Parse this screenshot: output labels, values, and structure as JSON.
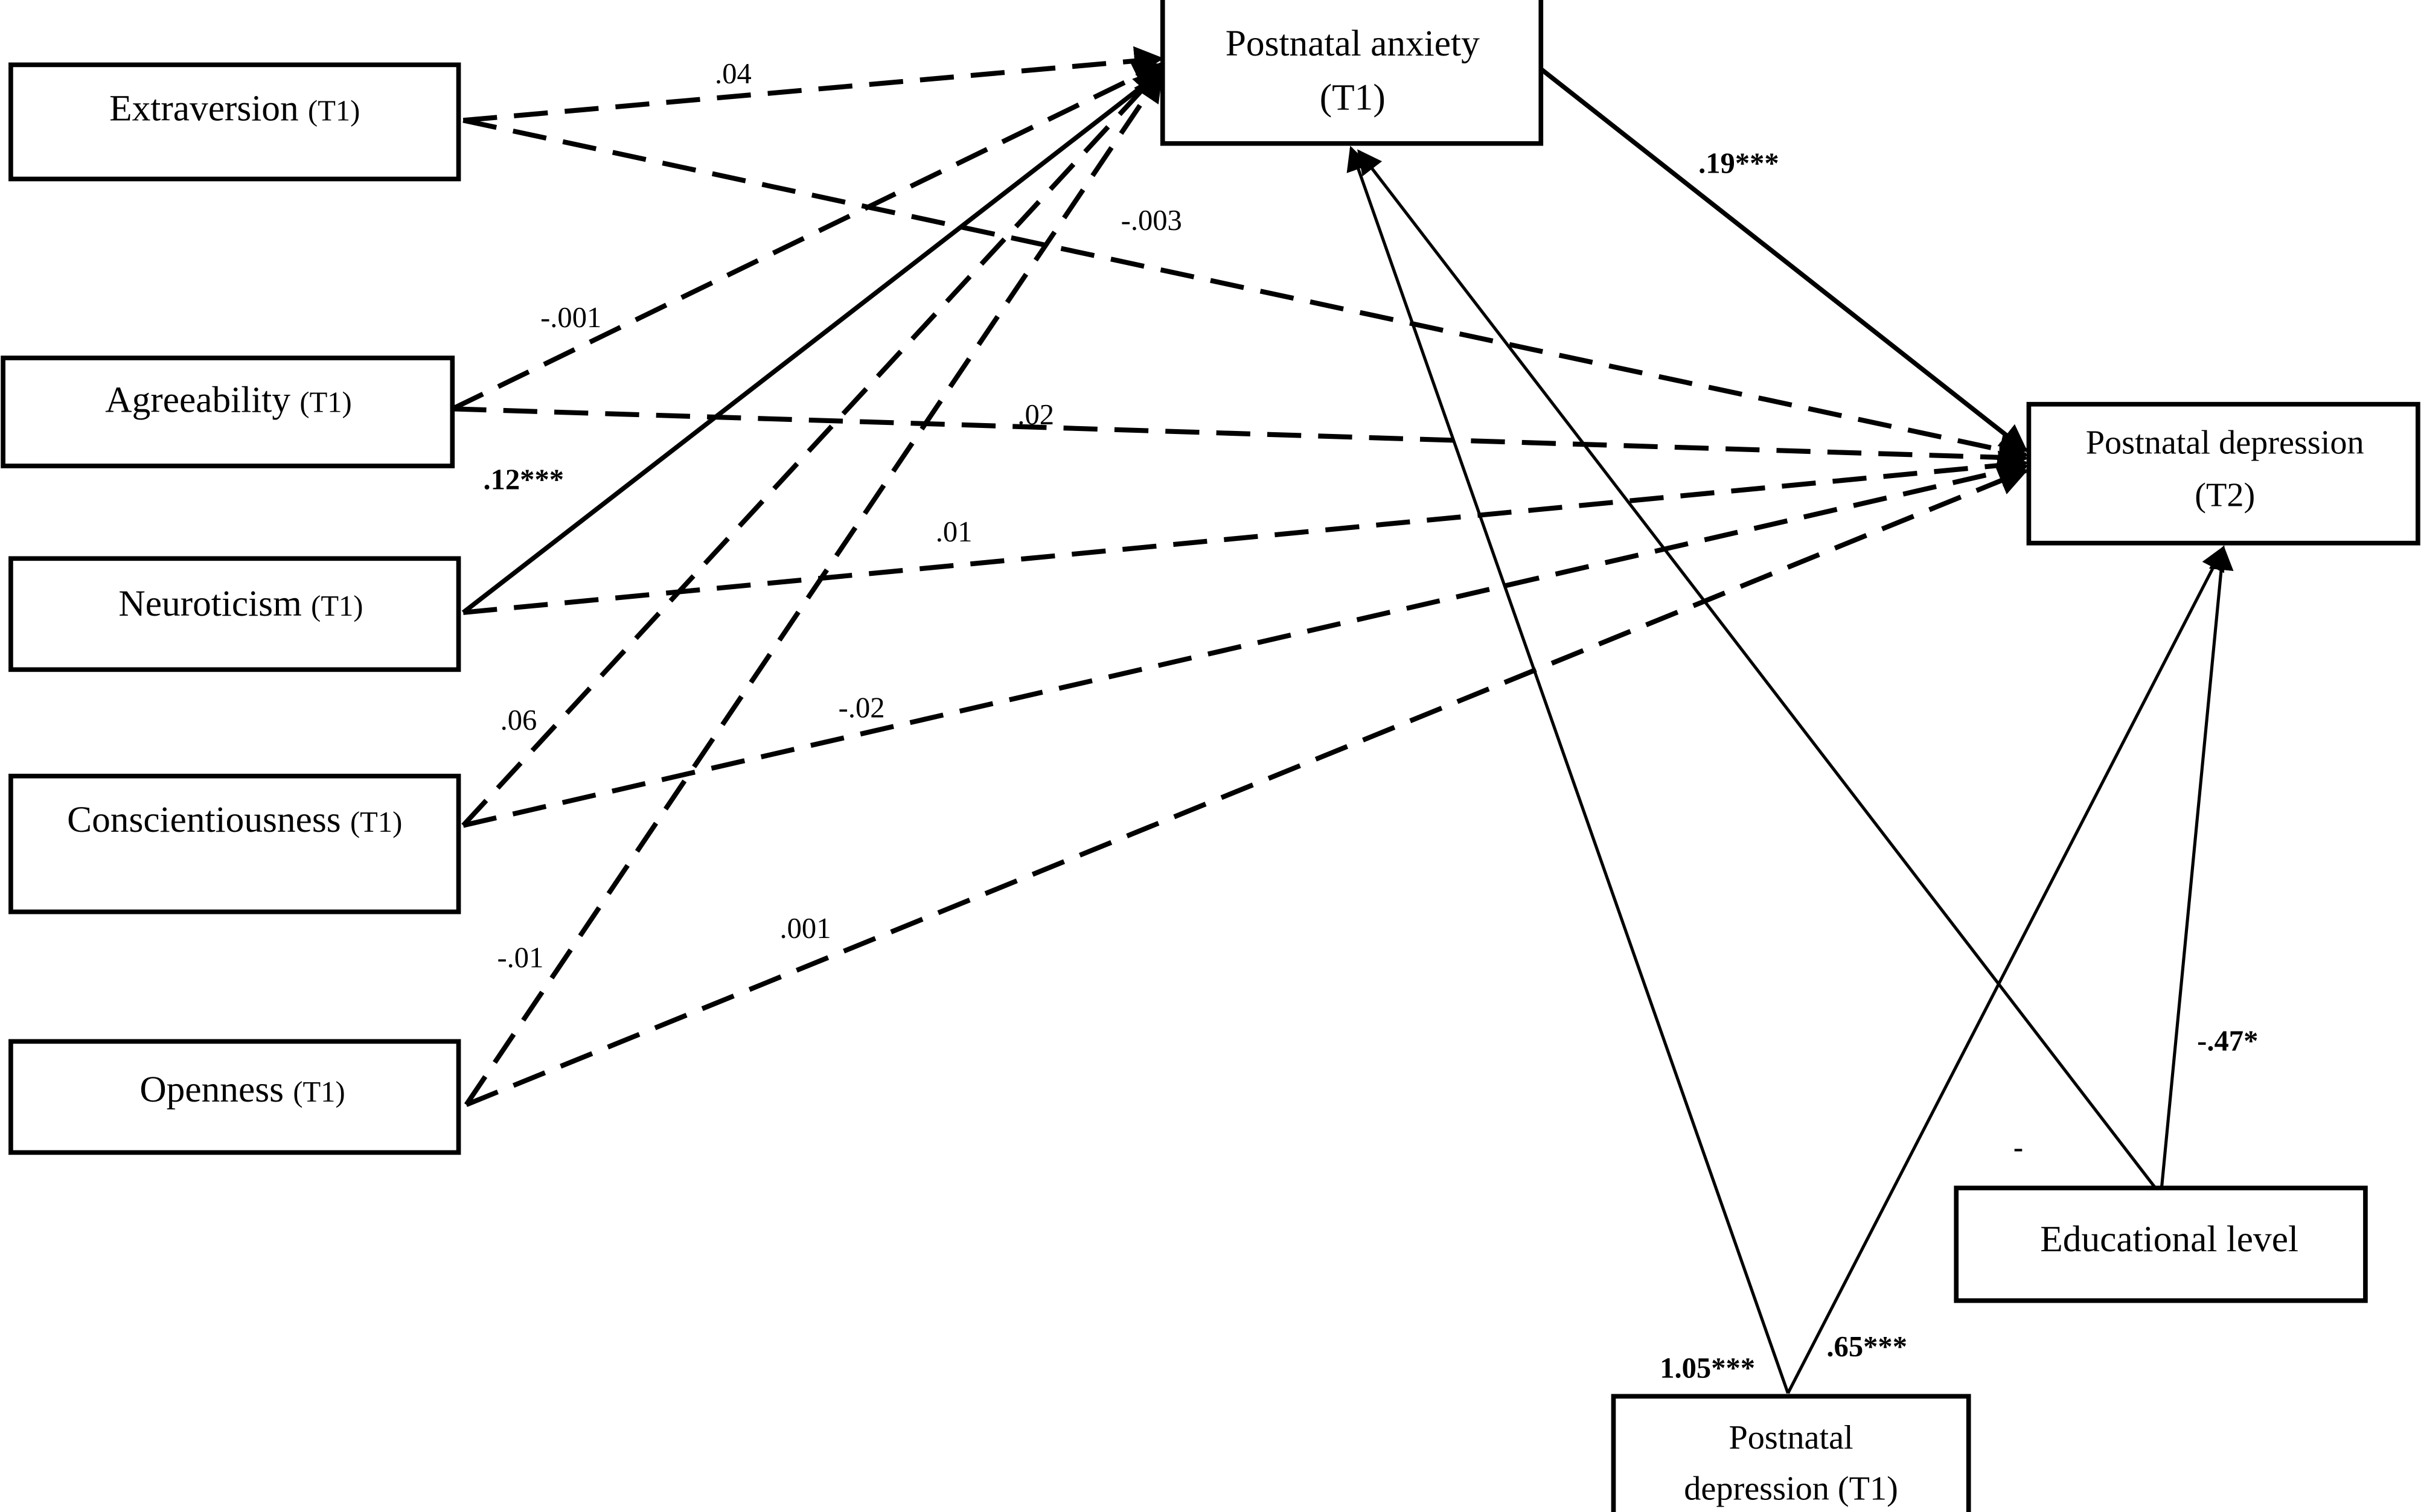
{
  "nodes": {
    "extraversion": {
      "label": "Extraversion",
      "time": "(T1)"
    },
    "agreeability": {
      "label": "Agreeability",
      "time": "(T1)"
    },
    "neuroticism": {
      "label": "Neuroticism",
      "time": "(T1)"
    },
    "conscientiousness": {
      "label": "Conscientiousness",
      "time": "(T1)"
    },
    "openness": {
      "label": "Openness",
      "time": "(T1)"
    },
    "postnatal_anxiety": {
      "line1": "Postnatal anxiety",
      "line2": "(T1)"
    },
    "postnatal_depression_t2": {
      "line1": "Postnatal depression",
      "line2": "(T2)"
    },
    "educational_level": {
      "label": "Educational level"
    },
    "postnatal_depression_t1": {
      "line1": "Postnatal",
      "line2": "depression (T1)"
    }
  },
  "paths": {
    "extr_anx": ".04",
    "extr_dep": "-.003",
    "agree_anx": "-.001",
    "agree_dep": ".02",
    "neuro_anx": ".12***",
    "neuro_dep": ".01",
    "consc_anx": ".06",
    "consc_dep": "-.02",
    "open_anx": "-.01",
    "open_dep": ".001",
    "anx_dep": ".19***",
    "pd1_anx": "1.05***",
    "pd1_dep": ".65***",
    "edu_anx": "-",
    "edu_dep": "-.47*"
  }
}
